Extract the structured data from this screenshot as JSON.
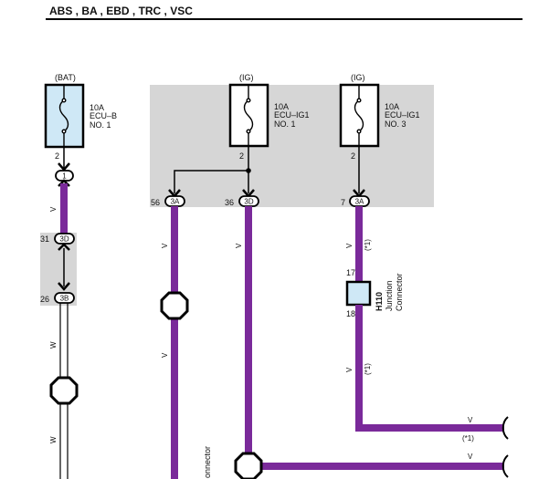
{
  "header": {
    "title": "ABS , BA , EBD , TRC , VSC"
  },
  "colors": {
    "wire_violet": "#7a2a9a",
    "shade": "#d6d6d6",
    "fuse_fill": "#cfe8f6",
    "line": "#000000"
  },
  "fuses": [
    {
      "supply": "(BAT)",
      "rating": "10A",
      "name": "ECU–B",
      "no": "NO. 1",
      "pin": "2"
    },
    {
      "supply": "(IG)",
      "rating": "10A",
      "name": "ECU–IG1",
      "no": "NO. 1",
      "pin": "2"
    },
    {
      "supply": "(IG)",
      "rating": "10A",
      "name": "ECU–IG1",
      "no": "NO. 3",
      "pin": "2"
    }
  ],
  "connectors": {
    "c1": {
      "pin": "",
      "id": "1"
    },
    "c2": {
      "pin": "31",
      "id": "3D"
    },
    "c3": {
      "pin": "26",
      "id": "3B"
    },
    "c4": {
      "pin": "56",
      "id": "3A"
    },
    "c5": {
      "pin": "36",
      "id": "3D"
    },
    "c6": {
      "pin": "7",
      "id": "3A"
    }
  },
  "wire_labels": {
    "w1": "V",
    "w2": "W",
    "w3": "W",
    "w4": "V",
    "w5": "V",
    "w6": "V",
    "w7": "V",
    "w8": "V",
    "w9": "V",
    "w10": "V"
  },
  "notes": {
    "n1": "(*1)",
    "n2": "(*1)",
    "n3": "(*1)"
  },
  "junction": {
    "code": "H110",
    "name": "Junction",
    "name2": "Connector",
    "pin_in": "17",
    "pin_out": "18"
  },
  "partial_label": "onnector"
}
